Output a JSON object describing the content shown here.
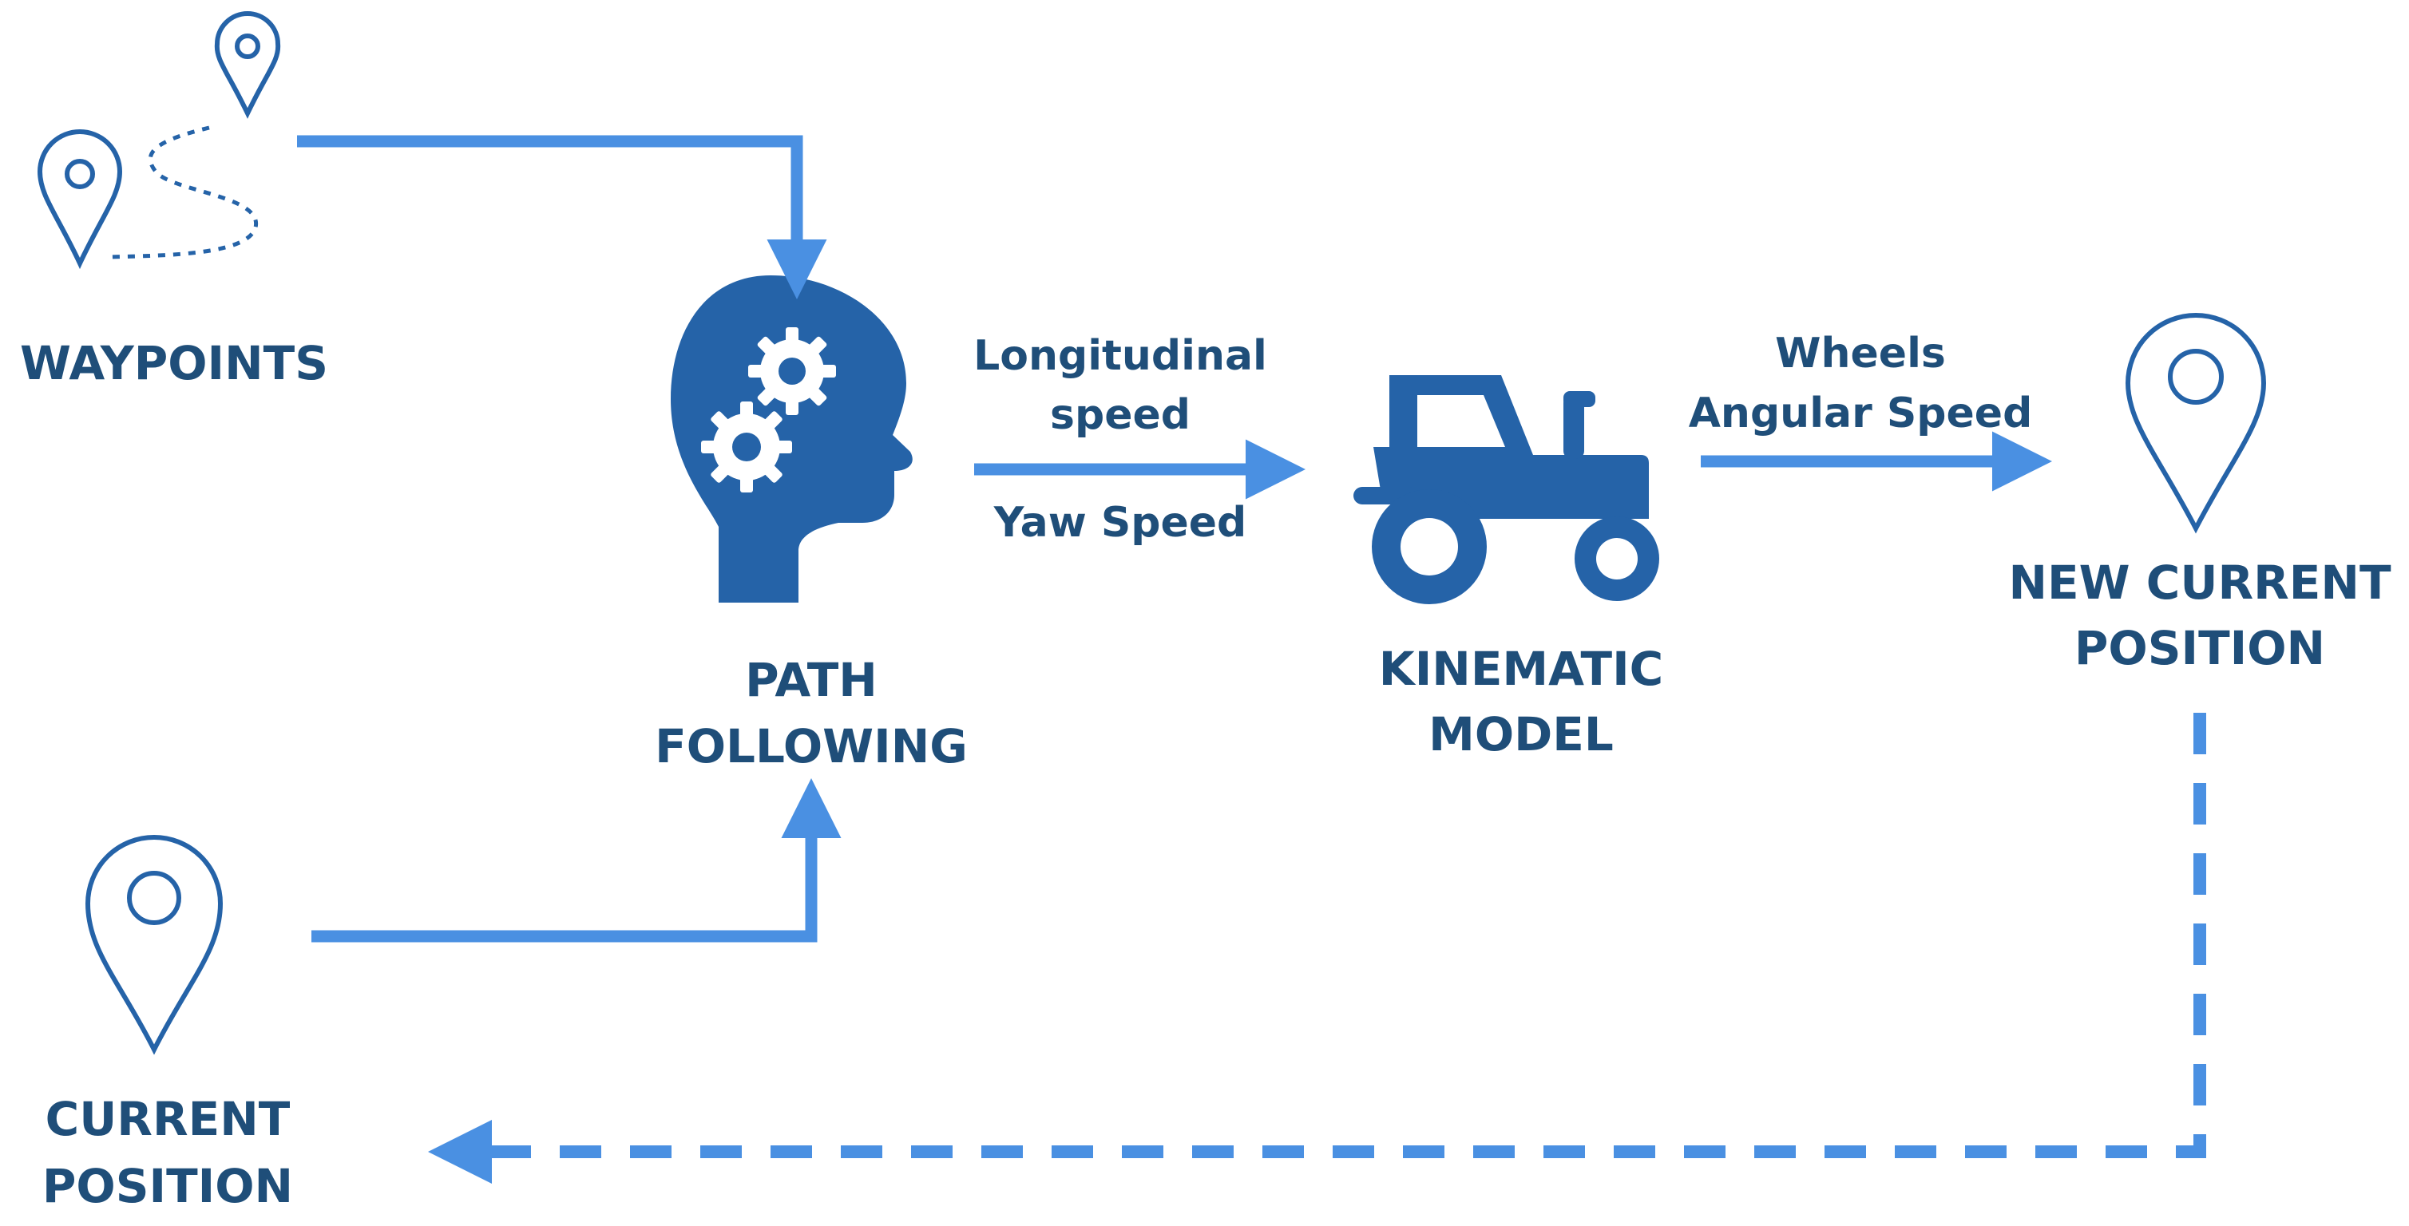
{
  "colors": {
    "arrow": "#4a90e2",
    "icon_fill": "#2563a8",
    "text": "#1f4e79",
    "background": "#ffffff"
  },
  "icons": {
    "waypoints": "map-pin-route-icon",
    "path_following": "head-with-gears-icon",
    "kinematic_model": "tractor-icon",
    "new_current_position": "map-pin-icon",
    "current_position": "map-pin-icon"
  },
  "nodes": {
    "waypoints": {
      "label": "WAYPOINTS"
    },
    "path_following": {
      "line1": "PATH",
      "line2": "FOLLOWING"
    },
    "kinematic_model": {
      "line1": "KINEMATIC",
      "line2": "MODEL"
    },
    "new_current_position": {
      "line1": "NEW CURRENT",
      "line2": "POSITION"
    },
    "current_position": {
      "line1": "CURRENT",
      "line2": "POSITION"
    }
  },
  "edges": {
    "path_to_kinematic": {
      "top_line1": "Longitudinal",
      "top_line2": "speed",
      "bottom": "Yaw Speed"
    },
    "kinematic_to_position": {
      "top_line1": "Wheels",
      "top_line2": "Angular Speed"
    }
  }
}
